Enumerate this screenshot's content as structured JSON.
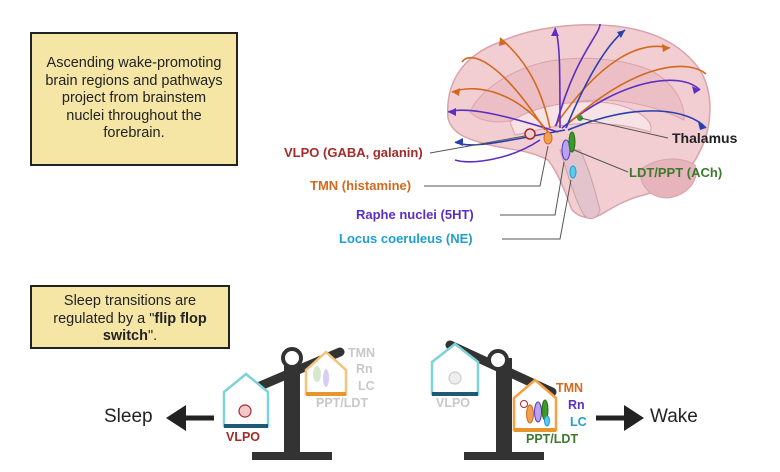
{
  "notes": {
    "wake_pathways": "Ascending wake-promoting brain regions and pathways project from brainstem nuclei throughout the forebrain.",
    "flip_flop_prefix": "Sleep transitions are regulated by a \"",
    "flip_flop_bold": "flip flop switch",
    "flip_flop_suffix": "\"."
  },
  "brain_labels": {
    "thalamus": "Thalamus",
    "vlpo": "VLPO (GABA, galanin)",
    "tmn": "TMN (histamine)",
    "raphe": "Raphe nuclei (5HT)",
    "lc": "Locus coeruleus (NE)",
    "ldt_ppt": "LDT/PPT (ACh)"
  },
  "switch": {
    "sleep": "Sleep",
    "wake": "Wake",
    "vlpo": "VLPO",
    "tmn": "TMN",
    "rn": "Rn",
    "lc": "LC",
    "ppt_ldt": "PPT/LDT"
  },
  "colors": {
    "vlpo": "#a52a2a",
    "tmn": "#d2691e",
    "raphe": "#5b2fc0",
    "lc": "#1f9fd0",
    "ldt_ppt": "#3a7a2a",
    "note_fill": "#f5e6a6",
    "faded": "#c8c8c8",
    "balance": "#333333"
  }
}
